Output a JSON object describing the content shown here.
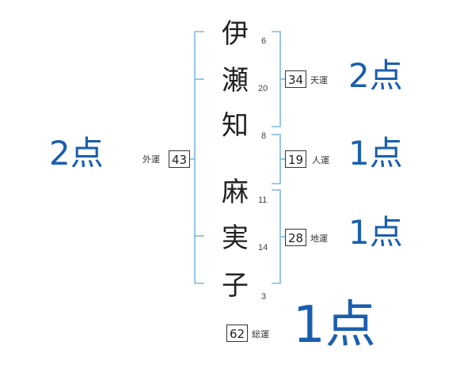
{
  "name_chars": [
    {
      "char": "伊",
      "strokes": "6"
    },
    {
      "char": "瀬",
      "strokes": "20"
    },
    {
      "char": "知",
      "strokes": "8"
    },
    {
      "char": "麻",
      "strokes": "11"
    },
    {
      "char": "実",
      "strokes": "14"
    },
    {
      "char": "子",
      "strokes": "3"
    }
  ],
  "fortunes": {
    "gaiun": {
      "label": "外運",
      "value": "43",
      "score": "2点"
    },
    "tenun": {
      "label": "天運",
      "value": "34",
      "score": "2点"
    },
    "jinun": {
      "label": "人運",
      "value": "19",
      "score": "1点"
    },
    "chiun": {
      "label": "地運",
      "value": "28",
      "score": "1点"
    },
    "souun": {
      "label": "総運",
      "value": "62",
      "score": "1点"
    }
  },
  "colors": {
    "bracket": "#7fb8dc",
    "score": "#1a5fae"
  }
}
